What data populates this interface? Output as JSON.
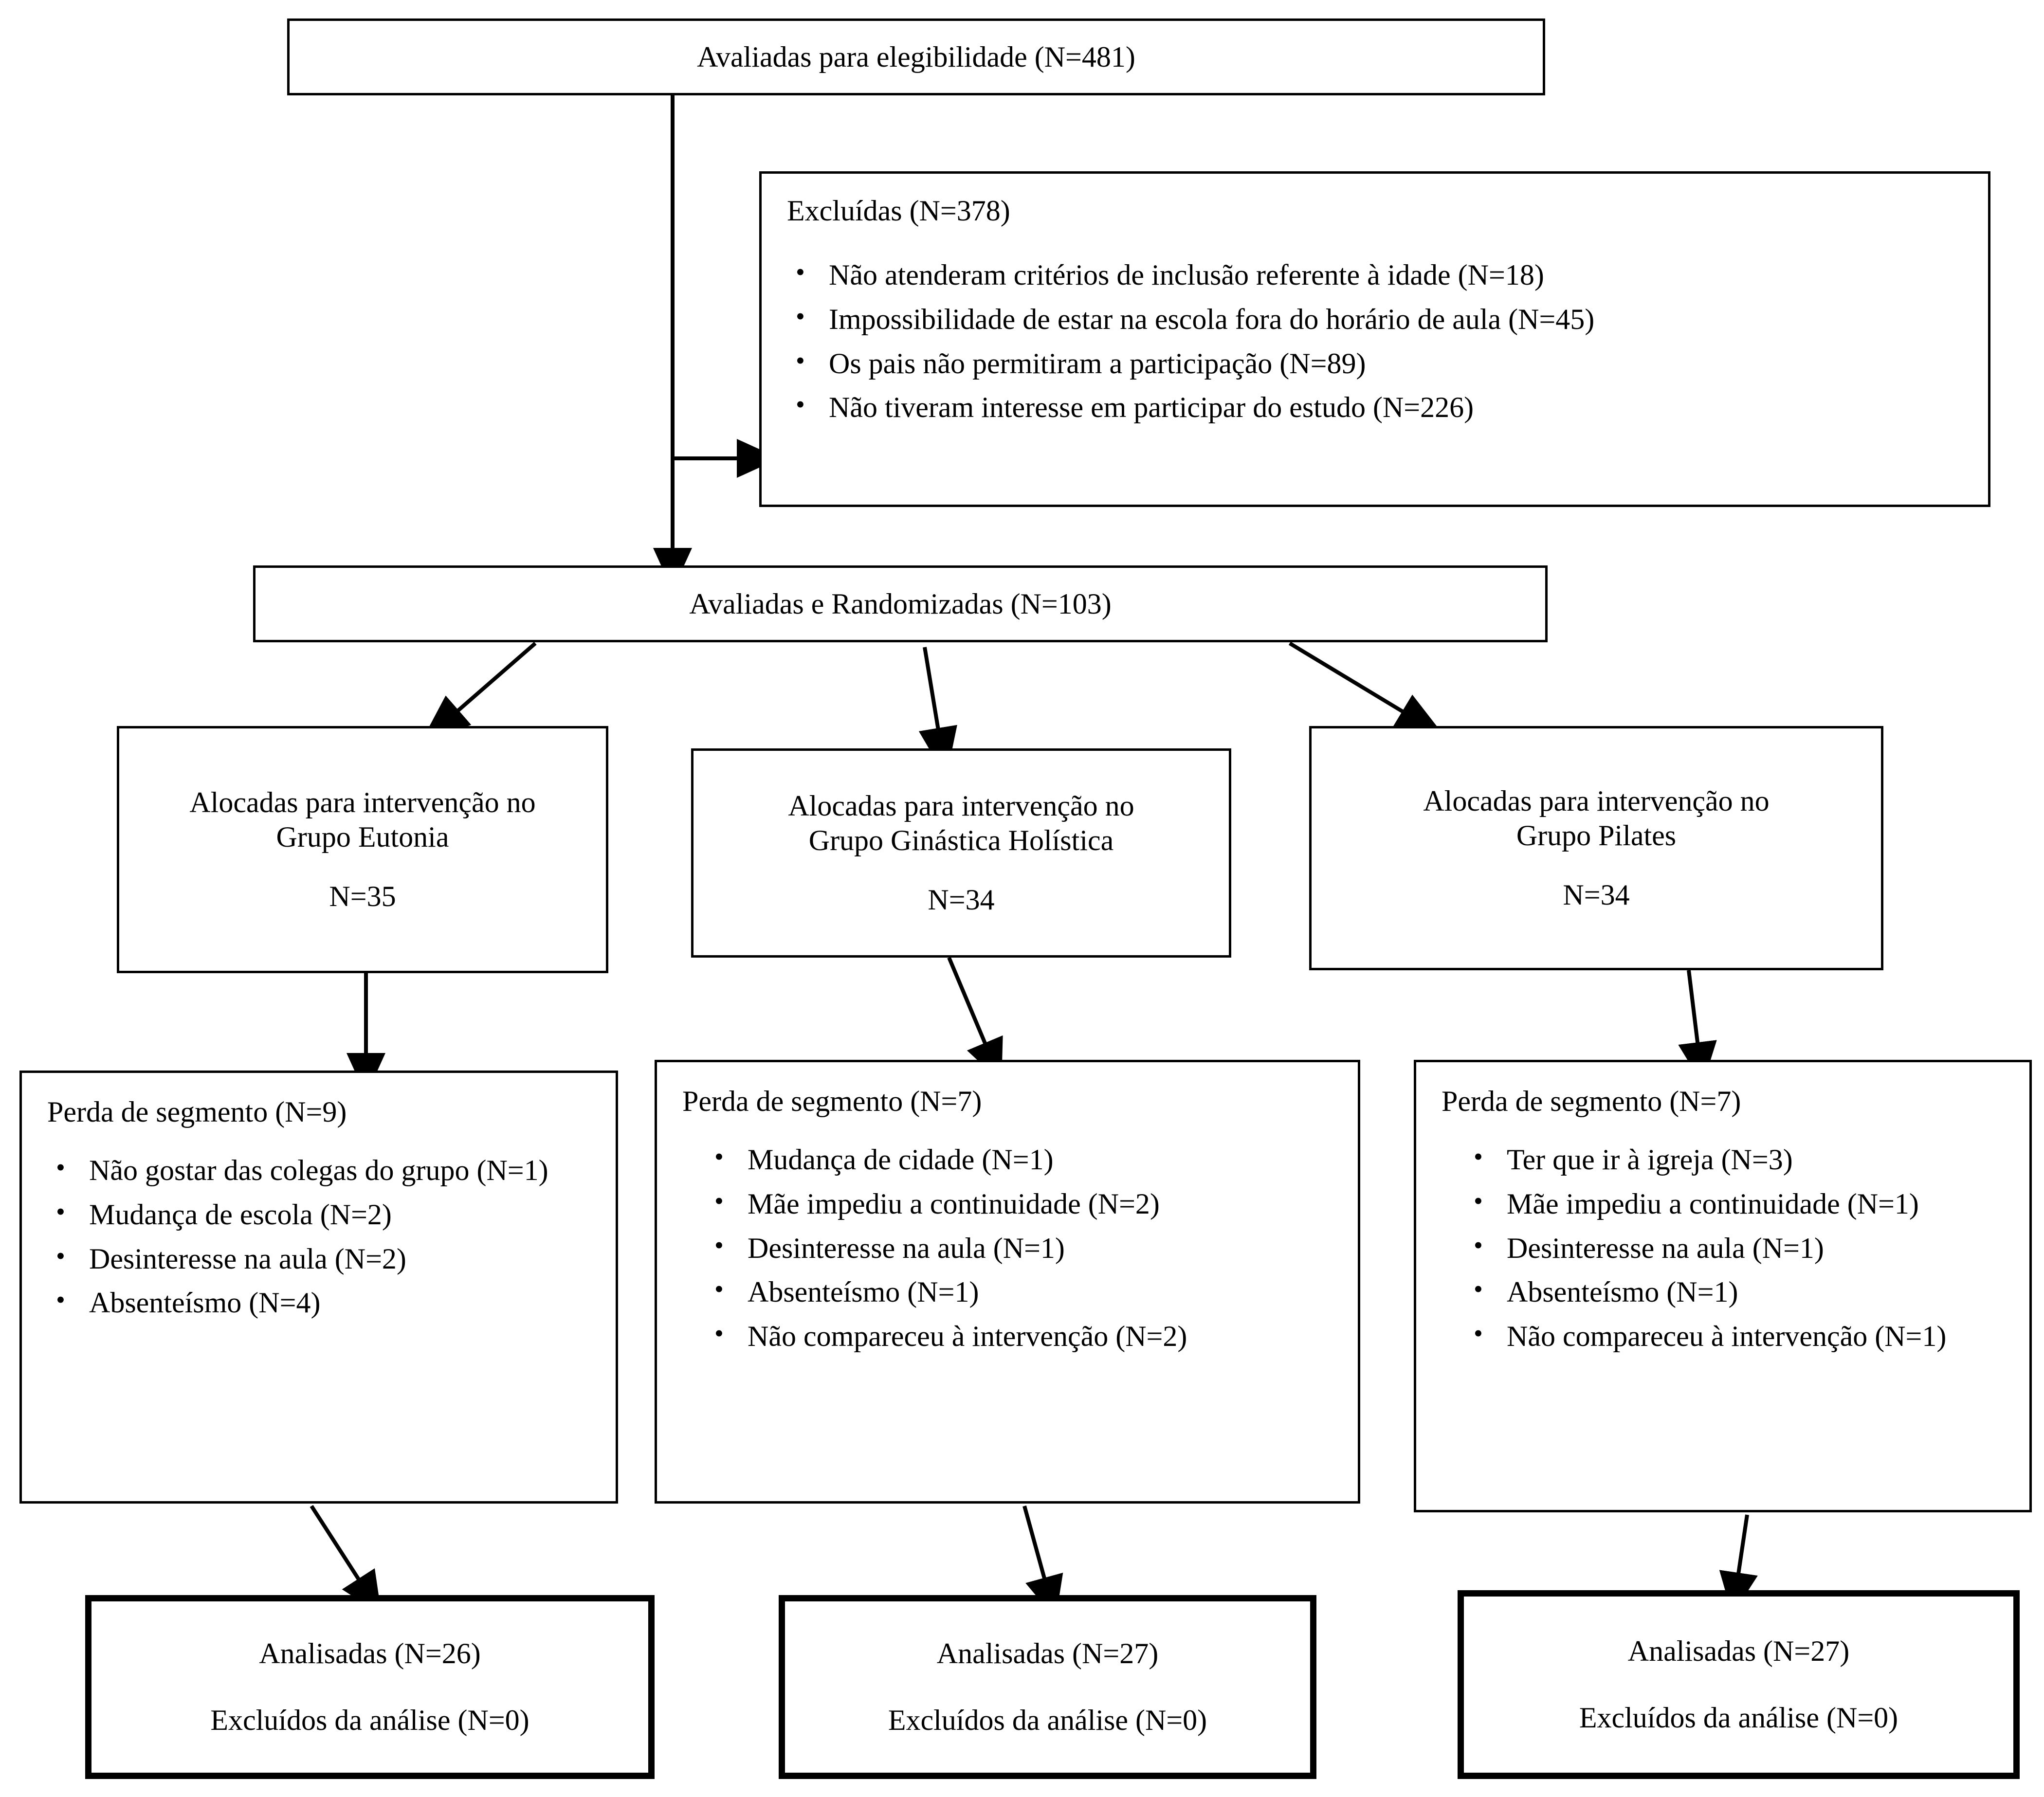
{
  "diagram": {
    "title": "CONSORT participant flow diagram",
    "colors": {
      "stroke": "#000000",
      "background": "#ffffff"
    }
  },
  "screened": {
    "label": "Avaliadas para elegibilidade (N=481)",
    "n": 481
  },
  "excluded": {
    "heading": "Excluídas (N=378)",
    "n": 378,
    "reasons": [
      {
        "text": "Não atenderam critérios de inclusão referente à idade (N=18)",
        "n": 18
      },
      {
        "text": "Impossibilidade de estar na escola fora do horário de aula (N=45)",
        "n": 45
      },
      {
        "text": "Os pais não permitiram a participação (N=89)",
        "n": 89
      },
      {
        "text": "Não tiveram interesse em participar do estudo (N=226)",
        "n": 226
      }
    ]
  },
  "randomized": {
    "label": "Avaliadas e Randomizadas (N=103)",
    "n": 103
  },
  "allocation": [
    {
      "line1": "Alocadas para intervenção no",
      "line2": "Grupo Eutonia",
      "count_label": "N=35",
      "n": 35
    },
    {
      "line1": "Alocadas para intervenção no",
      "line2": "Grupo Ginástica Holística",
      "count_label": "N=34",
      "n": 34
    },
    {
      "line1": "Alocadas para intervenção no",
      "line2": "Grupo Pilates",
      "count_label": "N=34",
      "n": 34
    }
  ],
  "losses": [
    {
      "heading": "Perda de segmento (N=9)",
      "n": 9,
      "reasons": [
        {
          "text": "Não gostar das colegas do grupo (N=1)",
          "n": 1
        },
        {
          "text": "Mudança de escola (N=2)",
          "n": 2
        },
        {
          "text": "Desinteresse na aula (N=2)",
          "n": 2
        },
        {
          "text": "Absenteísmo (N=4)",
          "n": 4
        }
      ]
    },
    {
      "heading": "Perda de segmento (N=7)",
      "n": 7,
      "reasons": [
        {
          "text": "Mudança de cidade (N=1)",
          "n": 1
        },
        {
          "text": "Mãe impediu a continuidade (N=2)",
          "n": 2
        },
        {
          "text": "Desinteresse na aula (N=1)",
          "n": 1
        },
        {
          "text": "Absenteísmo (N=1)",
          "n": 1
        },
        {
          "text": "Não compareceu à intervenção (N=2)",
          "n": 2
        }
      ]
    },
    {
      "heading": "Perda de segmento (N=7)",
      "n": 7,
      "reasons": [
        {
          "text": "Ter que ir à igreja (N=3)",
          "n": 3
        },
        {
          "text": "Mãe impediu a continuidade (N=1)",
          "n": 1
        },
        {
          "text": "Desinteresse na aula (N=1)",
          "n": 1
        },
        {
          "text": "Absenteísmo (N=1)",
          "n": 1
        },
        {
          "text": "Não compareceu à intervenção (N=1)",
          "n": 1
        }
      ]
    }
  ],
  "analysis": [
    {
      "analysed": "Analisadas (N=26)",
      "excluded": "Excluídos da análise (N=0)",
      "n": 26,
      "excluded_n": 0
    },
    {
      "analysed": "Analisadas (N=27)",
      "excluded": "Excluídos da análise (N=0)",
      "n": 27,
      "excluded_n": 0
    },
    {
      "analysed": "Analisadas (N=27)",
      "excluded": "Excluídos da análise (N=0)",
      "n": 27,
      "excluded_n": 0
    }
  ]
}
